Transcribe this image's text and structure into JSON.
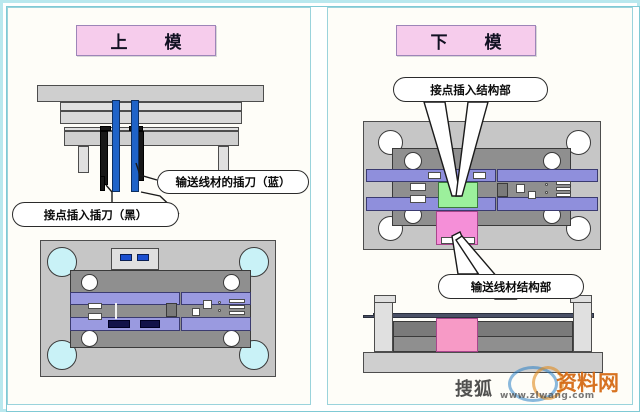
{
  "figure": {
    "type": "engineering-diagram",
    "subject": "Connector assembly mold — upper die and lower die",
    "background_color": "#ffffff",
    "frame_color": "#b9e8ee"
  },
  "panels": {
    "left": {
      "title": "上　模",
      "title_colors": {
        "fill": "#f6ccec",
        "border": "#9d85b8"
      },
      "views": [
        {
          "name": "upper-die-section-view",
          "kind": "cross-section"
        },
        {
          "name": "upper-die-plan-view",
          "kind": "plan"
        }
      ],
      "callouts": [
        {
          "id": "blade-blue",
          "text": "输送线材的插刀（蓝）",
          "points_to": "blue-feed-blade",
          "color_keyword": "蓝"
        },
        {
          "id": "blade-black",
          "text": "接点插入插刀（黑）",
          "points_to": "black-contact-insert-blade",
          "color_keyword": "黑"
        }
      ]
    },
    "right": {
      "title": "下　模",
      "title_colors": {
        "fill": "#f6ccec",
        "border": "#9d85b8"
      },
      "views": [
        {
          "name": "lower-die-plan-view",
          "kind": "plan"
        },
        {
          "name": "lower-die-section-view",
          "kind": "cross-section"
        }
      ],
      "callouts": [
        {
          "id": "contact-structure",
          "text": "接点插入结构部",
          "points_to": "green-contact-insert-block",
          "highlight_color": "#9cf09c"
        },
        {
          "id": "wire-structure",
          "text": "输送线材结构部",
          "points_to": "pink-wire-feed-block",
          "highlight_color": "#f58fd8"
        }
      ]
    }
  },
  "legend_colors": {
    "blue_blade": "#1f63c8",
    "black_blade": "#171717",
    "green_block": "#9cf09c",
    "pink_block": "#f58fd8",
    "lavender_rail": "#9a9ae0",
    "steel_plate": "#cfcfcf",
    "dark_steel": "#8f8f8f"
  },
  "watermark": {
    "site_cn": "搜狐",
    "brand_cn": "资料网",
    "url": "www.zlwang.com"
  }
}
